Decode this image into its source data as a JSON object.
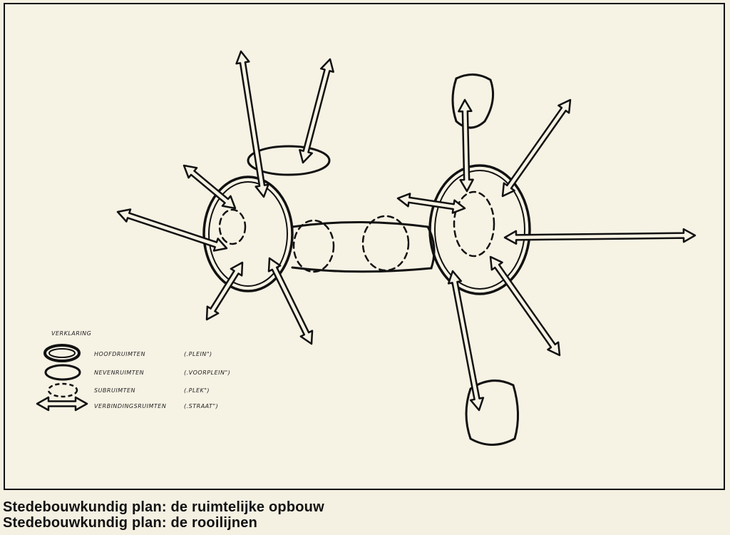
{
  "legend": {
    "title": "VERKLARING",
    "items": [
      {
        "label": "HOOFDRUIMTEN",
        "example": "(.PLEIN\")",
        "symbol": "double-ellipse"
      },
      {
        "label": "NEVENRUIMTEN",
        "example": "(.VOORPLEIN\")",
        "symbol": "single-ellipse"
      },
      {
        "label": "SUBRUIMTEN",
        "example": "(.PLEK\")",
        "symbol": "dashed-ellipse"
      },
      {
        "label": "VERBINDINGSRUIMTEN",
        "example": "(.STRAAT\")",
        "symbol": "double-arrow"
      }
    ]
  },
  "captions": [
    "Stedebouwkundig plan: de ruimtelijke opbouw",
    "Stedebouwkundig plan: de rooilijnen"
  ]
}
